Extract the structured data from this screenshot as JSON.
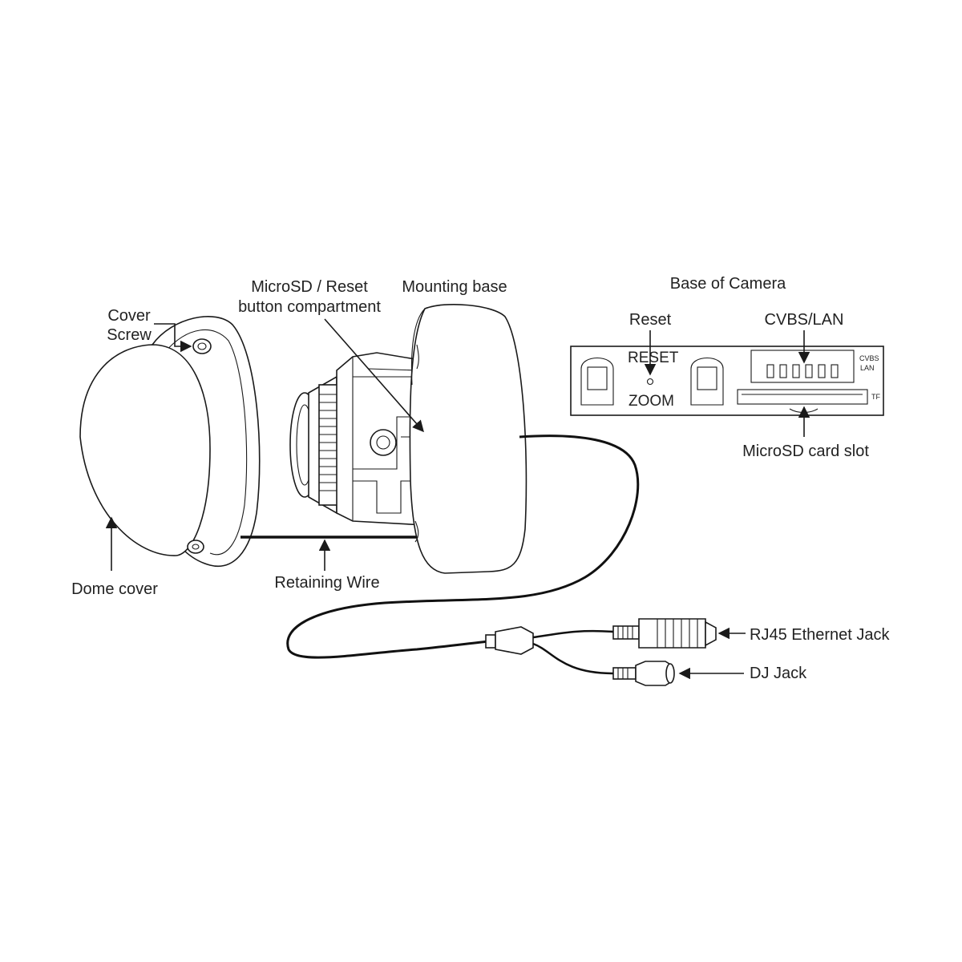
{
  "labels": {
    "cover_screw_line1": "Cover",
    "cover_screw_line2": "Screw",
    "microsd_reset_line1": "MicroSD / Reset",
    "microsd_reset_line2": "button compartment",
    "mounting_base": "Mounting base",
    "dome_cover": "Dome cover",
    "retaining_wire": "Retaining Wire",
    "base_of_camera": "Base of Camera",
    "reset": "Reset",
    "cvbs_lan": "CVBS/LAN",
    "microsd_card_slot": "MicroSD card slot",
    "rj45_jack": "RJ45 Ethernet Jack",
    "dj_jack": "DJ Jack"
  },
  "panel": {
    "reset_text": "RESET",
    "zoom_text": "ZOOM",
    "cvbs_small": "CVBS",
    "lan_small": "LAN",
    "tf_small": "TF"
  },
  "colors": {
    "line": "#1a1a1a",
    "background": "#ffffff"
  }
}
